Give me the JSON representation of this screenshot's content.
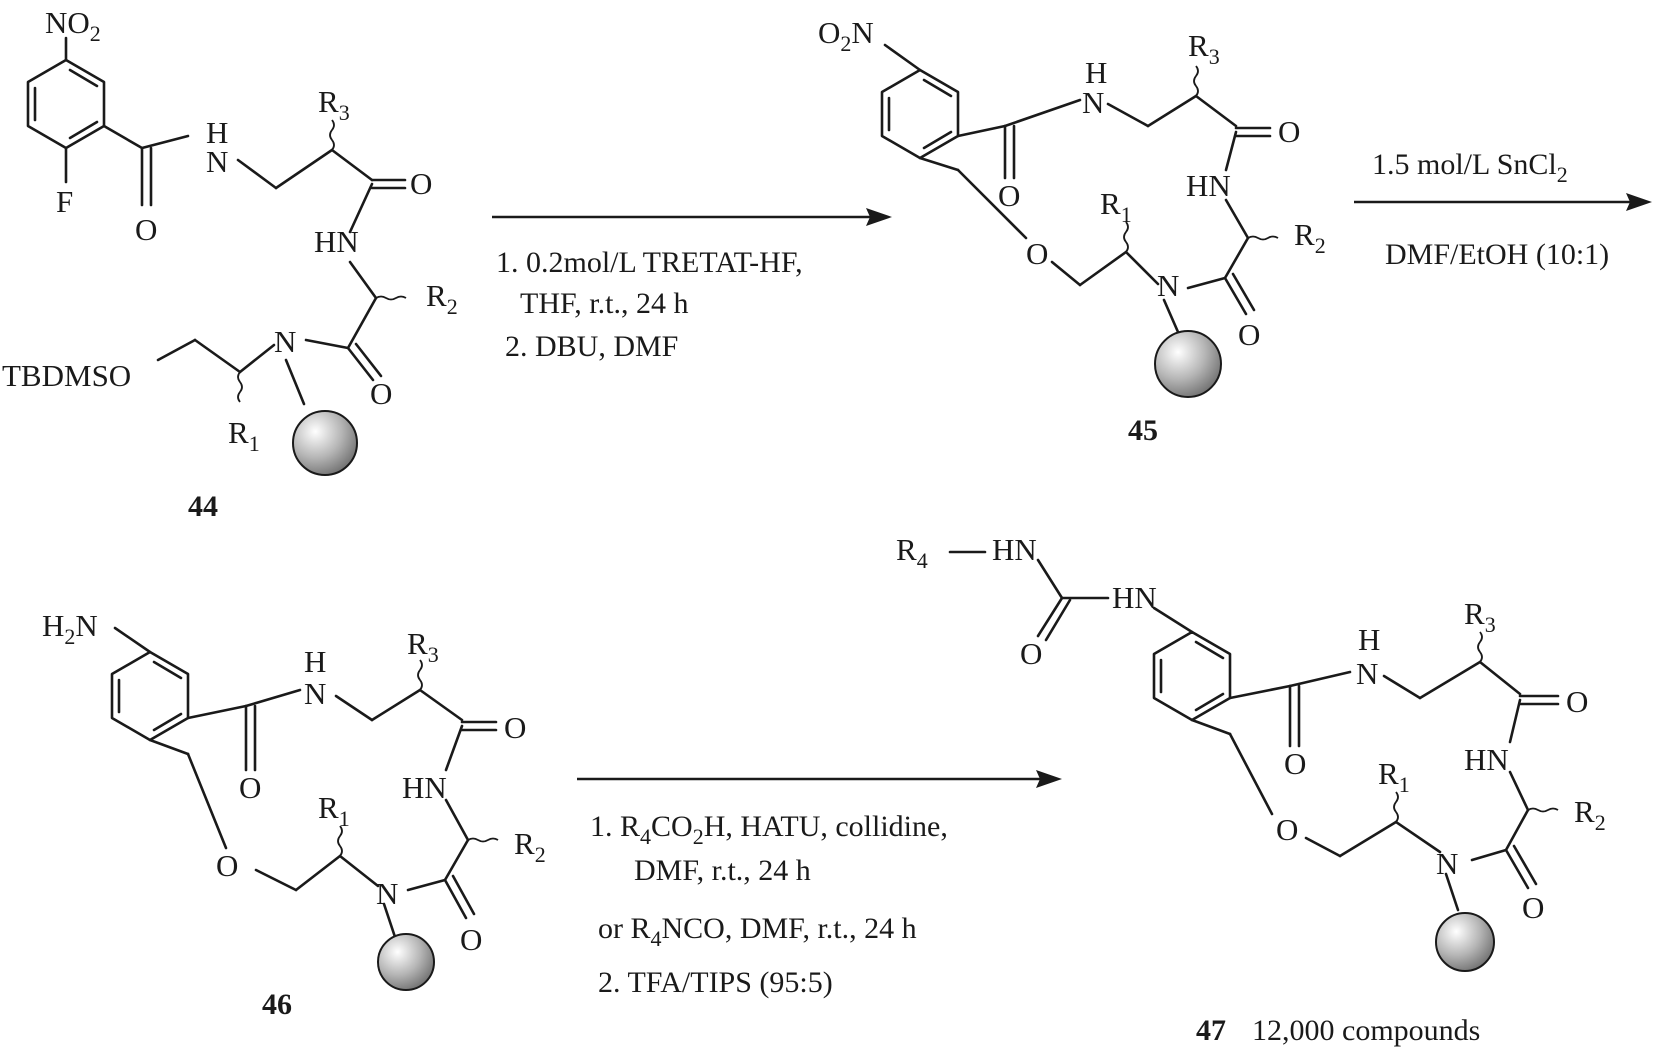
{
  "compounds": {
    "c44": {
      "number": "44",
      "atoms": {
        "no2_N": "NO",
        "no2_sub": "2",
        "f": "F",
        "amide_O": "O",
        "nh_H": "H",
        "nh_N": "N",
        "r3_R": "R",
        "r3_sub": "3",
        "ester_O": "O",
        "hn": "HN",
        "r2_R": "R",
        "r2_sub": "2",
        "n": "N",
        "amide2_O": "O",
        "tbdmso": "TBDMSO",
        "r1_R": "R",
        "r1_sub": "1"
      }
    },
    "c45": {
      "number": "45",
      "atoms": {
        "no2_O": "O",
        "no2_sub": "2",
        "no2_N": "N",
        "nh_H": "H",
        "nh_N": "N",
        "r3_R": "R",
        "r3_sub": "3",
        "ketone_O": "O",
        "amide_O": "O",
        "hn": "HN",
        "r1_R": "R",
        "r1_sub": "1",
        "r2_R": "R",
        "r2_sub": "2",
        "ether_O": "O",
        "n": "N",
        "amide2_O": "O"
      }
    },
    "c46": {
      "number": "46",
      "atoms": {
        "h2n_H": "H",
        "h2n_sub": "2",
        "h2n_N": "N",
        "nh_H": "H",
        "nh_N": "N",
        "r3_R": "R",
        "r3_sub": "3",
        "ketone_O": "O",
        "amide_O": "O",
        "hn": "HN",
        "r1_R": "R",
        "r1_sub": "1",
        "r2_R": "R",
        "r2_sub": "2",
        "ether_O": "O",
        "n": "N",
        "amide2_O": "O"
      }
    },
    "c47": {
      "number": "47",
      "caption": "12,000 compounds",
      "atoms": {
        "r4_R": "R",
        "r4_sub": "4",
        "urea_hn1": "HN",
        "urea_hn2": "HN",
        "urea_O": "O",
        "nh_H": "H",
        "nh_N": "N",
        "r3_R": "R",
        "r3_sub": "3",
        "ketone_O": "O",
        "amide_O": "O",
        "hn": "HN",
        "r1_R": "R",
        "r1_sub": "1",
        "r2_R": "R",
        "r2_sub": "2",
        "ether_O": "O",
        "n": "N",
        "amide2_O": "O"
      }
    }
  },
  "reactions": {
    "step1": {
      "line1": "1. 0.2mol/L TRETAT-HF,",
      "line2": "THF, r.t., 24 h",
      "line3": "2. DBU, DMF"
    },
    "step2": {
      "reagent_main": "1.5 mol/L SnCl",
      "reagent_sub": "2",
      "solvent": "DMF/EtOH (10:1)"
    },
    "step3": {
      "line1_a": "1. R",
      "line1_sub1": "4",
      "line1_b": "CO",
      "line1_sub2": "2",
      "line1_c": "H, HATU, collidine,",
      "line2": "DMF, r.t., 24 h",
      "line3_a": "or R",
      "line3_sub": "4",
      "line3_b": "NCO, DMF, r.t., 24 h",
      "line4": "2. TFA/TIPS (95:5)"
    }
  },
  "colors": {
    "ink": "#1a1a1a",
    "bead_light": "#ffffff",
    "bead_dark": "#6e6e6e"
  }
}
